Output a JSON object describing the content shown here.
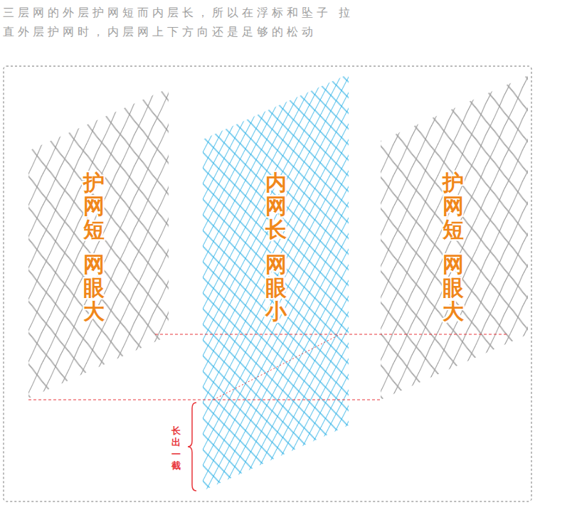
{
  "diagram": {
    "title": "三层网的外层护网短而内层长，所以在浮标和坠子 拉直外层护网时，内层网上下方向还是足够的松动",
    "nodes": [
      {
        "text": [
          "护网短",
          "网眼大"
        ]
      },
      {
        "text": [
          "内网长",
          "网眼小"
        ]
      },
      {
        "text": [
          "护网短",
          "网眼大"
        ]
      }
    ],
    "labels": [
      "长出一截"
    ]
  }
}
